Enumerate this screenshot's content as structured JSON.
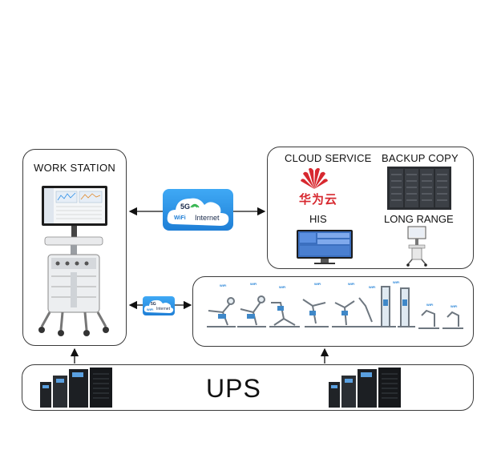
{
  "workstation": {
    "title": "WORK STATION"
  },
  "cloud": {
    "cloud_service_label": "CLOUD SERVICE",
    "backup_label": "BACKUP COPY",
    "his_label": "HIS",
    "long_range_label": "LONG RANGE",
    "huawei_brand": "华为云"
  },
  "network": {
    "main_badge_5g": "5G",
    "main_badge_wifi": "WiFi",
    "main_badge_internet": "Internet",
    "small_badge_5g": "5G",
    "small_badge_wifi": "WiFi",
    "small_badge_internet": "Internet"
  },
  "equipment": {
    "device_wifi_tag": "WiFi"
  },
  "ups": {
    "title": "UPS"
  },
  "colors": {
    "huawei_red": "#d7282f",
    "cloud_blue": "#2b8ee6",
    "border": "#3a3a3a"
  }
}
